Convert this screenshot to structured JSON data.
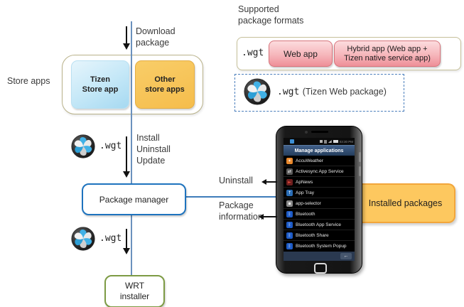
{
  "labels": {
    "store_apps": "Store apps",
    "download": "Download\npackage",
    "install": "Install\nUninstall\nUpdate",
    "uninstall": "Uninstall",
    "package_information": "Package\ninformation"
  },
  "boxes": {
    "tizen_store_app": "Tizen\nStore app",
    "other_store_apps": "Other\nstore apps",
    "package_manager": "Package manager",
    "wrt_installer": "WRT\ninstaller",
    "installed_packages": "Installed packages"
  },
  "wgt": {
    "ext_top": ".wgt",
    "ext_bottom": ".wgt",
    "ext_formats": ".wgt",
    "ext_note": ".wgt",
    "note_rest": "(Tizen Web package)"
  },
  "formats": {
    "title": "Supported\npackage formats",
    "web_app": "Web app",
    "hybrid_app": "Hybrid app (Web app +\nTizen native service app)"
  },
  "colors": {
    "flow_line_blue": "#6b91bd",
    "package_manager_border": "#1e73be",
    "wrt_border": "#7d9b44",
    "store_orange": "#f5bd4c",
    "store_blue": "#a6d9f1",
    "pink_button": "#ee8f98",
    "installed_orange": "#fdc85f"
  },
  "phone": {
    "status": {
      "time": "03:30 PM"
    },
    "title_bar": "Manage applications",
    "back_button": "←",
    "apps": [
      {
        "label": "AccuWeather",
        "color": "#e8872b",
        "glyph": "☀"
      },
      {
        "label": "Activesync App Service",
        "color": "#5a5a5a",
        "glyph": "⇄"
      },
      {
        "label": "ApNews",
        "color": "#6d1f1f",
        "glyph": "►"
      },
      {
        "label": "App Tray",
        "color": "#2a6db5",
        "glyph": "↑"
      },
      {
        "label": "app-selector",
        "color": "#8a8a8a",
        "glyph": "▪"
      },
      {
        "label": "Bluetooth",
        "color": "#1d5bc8",
        "glyph": "ᛒ"
      },
      {
        "label": "Bluetooth App Service",
        "color": "#1d5bc8",
        "glyph": "ᛒ"
      },
      {
        "label": "Bluetooth Share",
        "color": "#1d5bc8",
        "glyph": "ᛒ"
      },
      {
        "label": "Bluetooth System Popup",
        "color": "#1d5bc8",
        "glyph": "ᛒ"
      }
    ]
  }
}
